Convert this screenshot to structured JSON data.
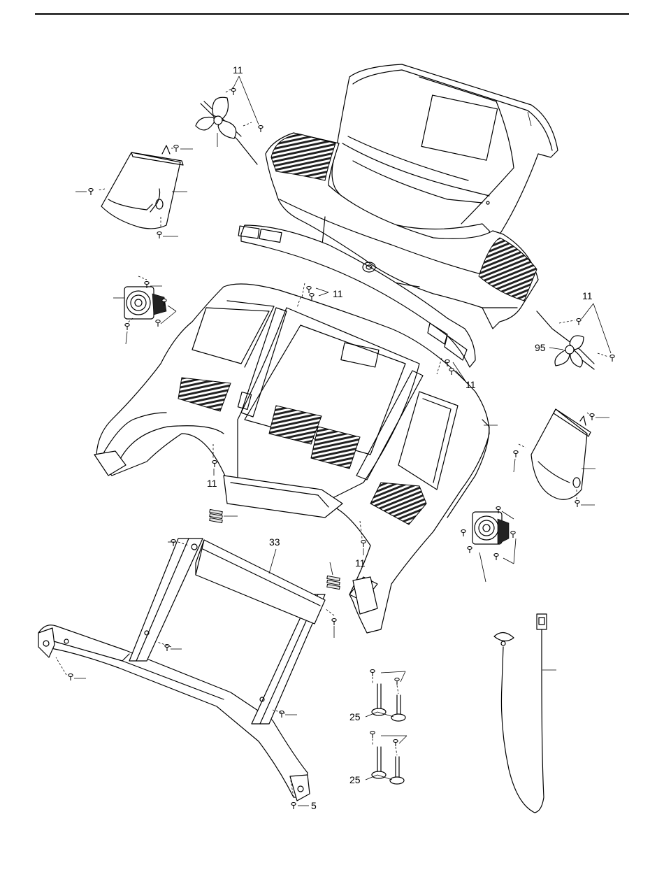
{
  "callouts": {
    "fan_left": "11",
    "center_screws": "11",
    "right_fan_screws": "11",
    "fan_right": "95",
    "console_right_screws": "11",
    "console_left_screw": "11",
    "console_bottom_screw": "11",
    "base_plate": "33",
    "clips_upper": "25",
    "clips_lower": "25",
    "base_screw": "5"
  },
  "icons": {
    "screw": "screw-icon",
    "fan": "fan-icon",
    "speaker": "speaker-icon"
  }
}
